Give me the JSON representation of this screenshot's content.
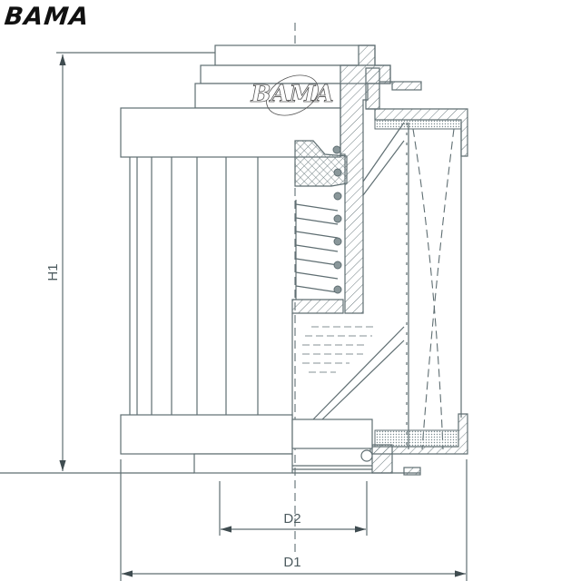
{
  "brand": {
    "logo_text": "BAMA",
    "watermark_text": "BAMA"
  },
  "dimensions": {
    "height_label": "H1",
    "outer_diameter_label": "D1",
    "inner_diameter_label": "D2"
  },
  "colors": {
    "line": "#5f6e72",
    "logo": "#111111",
    "background": "#ffffff"
  }
}
